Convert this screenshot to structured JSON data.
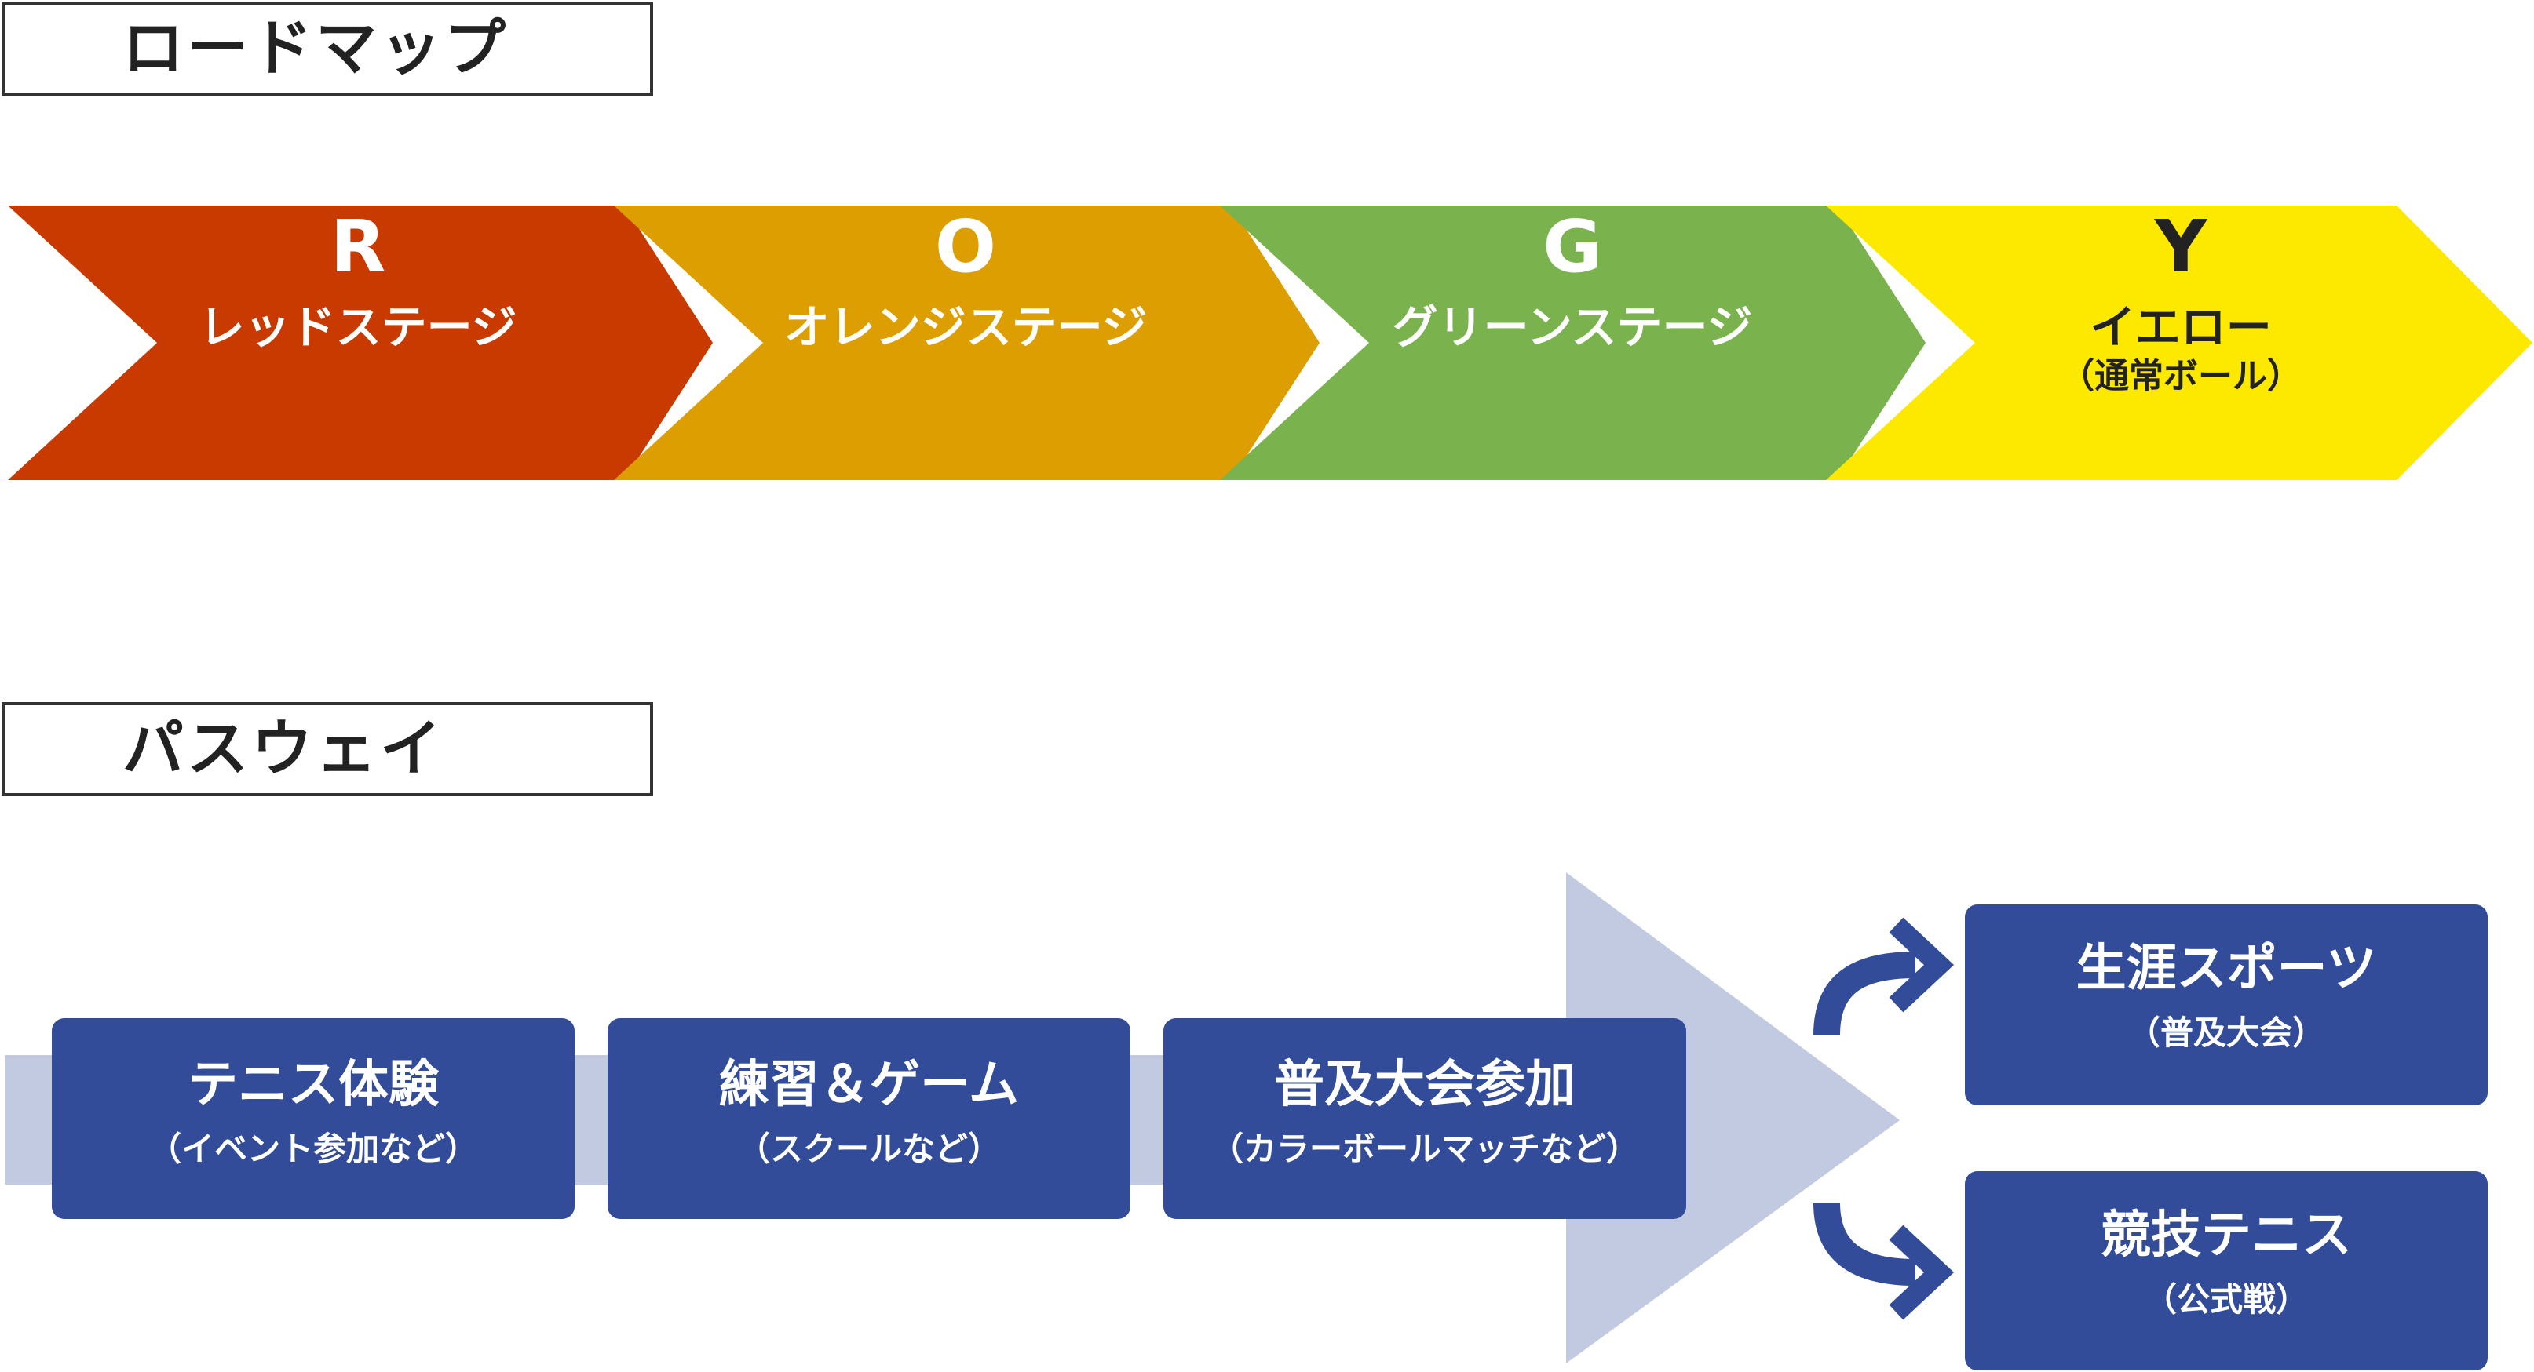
{
  "roadmap": {
    "title": "ロードマップ",
    "stages": [
      {
        "letter": "R",
        "name": "レッドステージ",
        "sub": "",
        "color": "#c83a00",
        "text_color": "#ffffff"
      },
      {
        "letter": "O",
        "name": "オレンジステージ",
        "sub": "",
        "color": "#dc9e00",
        "text_color": "#ffffff"
      },
      {
        "letter": "G",
        "name": "グリーンステージ",
        "sub": "",
        "color": "#7ab24e",
        "text_color": "#ffffff"
      },
      {
        "letter": "Y",
        "name": "イエロー",
        "sub": "（通常ボール）",
        "color": "#fde800",
        "text_color": "#222222"
      }
    ]
  },
  "pathway": {
    "title": "パスウェイ",
    "steps": [
      {
        "main": "テニス体験",
        "sub": "（イベント参加など）"
      },
      {
        "main": "練習＆ゲーム",
        "sub": "（スクールなど）"
      },
      {
        "main": "普及大会参加",
        "sub": "（カラーボールマッチなど）"
      }
    ],
    "outcomes": [
      {
        "main": "生涯スポーツ",
        "sub": "（普及大会）"
      },
      {
        "main": "競技テニス",
        "sub": "（公式戦）"
      }
    ],
    "box_color": "#324c9a",
    "arrow_color": "#c2cae1"
  }
}
